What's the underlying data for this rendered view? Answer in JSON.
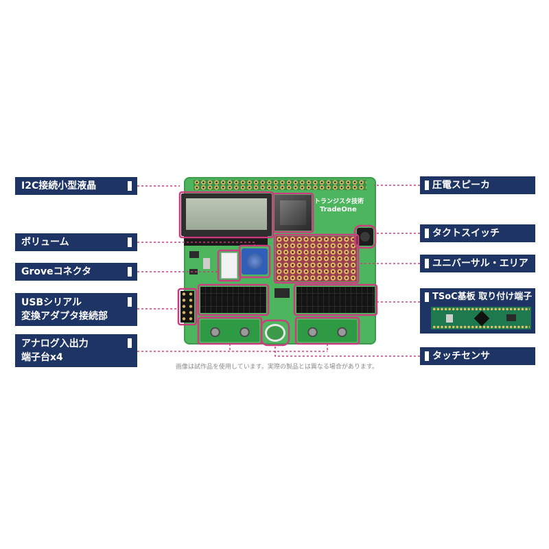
{
  "labels": {
    "left": [
      {
        "lines": [
          "I2C接続小型液晶"
        ]
      },
      {
        "lines": [
          "ボリューム"
        ]
      },
      {
        "lines": [
          "Groveコネクタ"
        ]
      },
      {
        "lines": [
          "USBシリアル",
          "変換アダプタ接続部"
        ]
      },
      {
        "lines": [
          "アナログ入出力",
          "端子台x4"
        ]
      }
    ],
    "right": [
      {
        "lines": [
          "圧電スピーカ"
        ]
      },
      {
        "lines": [
          "タクトスイッチ"
        ]
      },
      {
        "lines": [
          "ユニバーサル・エリア"
        ]
      },
      {
        "lines": [
          "TSoC基板 取り付け端子"
        ]
      },
      {
        "lines": [
          "タッチセンサ"
        ]
      }
    ]
  },
  "board_silkscreen": [
    "トランジスタ技術",
    "TradeOne"
  ],
  "caption": "画像は試作品を使用しています。実際の製品とは異なる場合があります。",
  "colors": {
    "label_bg": "#1d3464",
    "callout": "#cc3d7f",
    "pcb": "#4db55e",
    "gold": "#d6b45e"
  }
}
